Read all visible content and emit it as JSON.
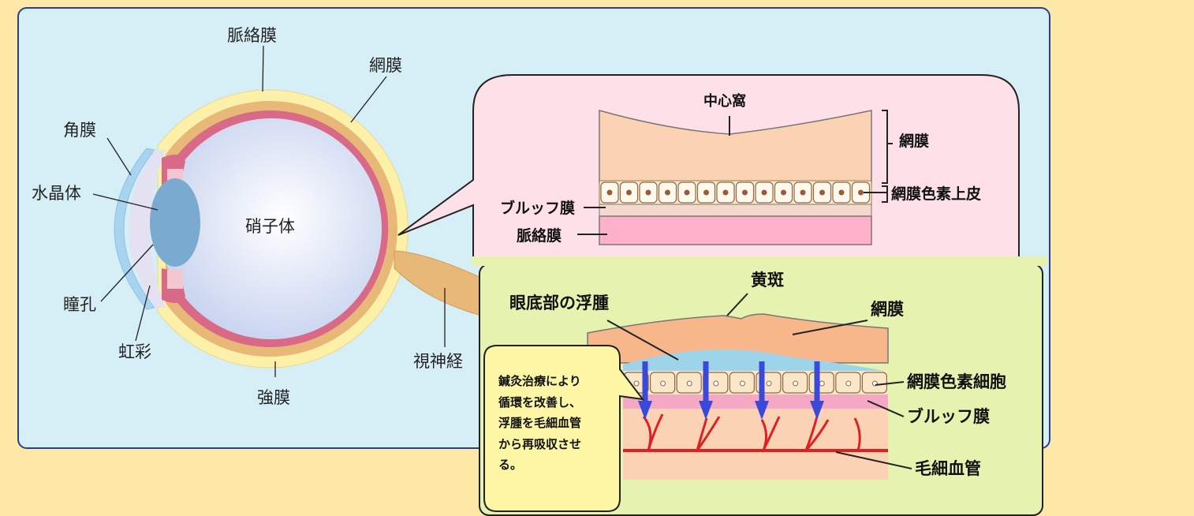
{
  "eye_labels": {
    "choroid": "脈絡膜",
    "retina": "網膜",
    "cornea": "角膜",
    "lens": "水晶体",
    "vitreous": "硝子体",
    "pupil": "瞳孔",
    "iris": "虹彩",
    "sclera": "強膜",
    "optic_nerve": "視神経"
  },
  "detail_panel": {
    "fovea": "中心窩",
    "retina": "網膜",
    "rpe": "網膜色素上皮",
    "bruch": "ブルッフ膜",
    "choroid": "脈絡膜"
  },
  "edema_panel": {
    "macula": "黄斑",
    "edema": "眼底部の浮腫",
    "retina": "網膜",
    "rpe_cells": "網膜色素細胞",
    "bruch": "ブルッフ膜",
    "capillary": "毛細血管",
    "bubble_lines": [
      "鍼灸治療により",
      "循環を改善し、",
      "浮腫を毛細血管",
      "から再吸収させ",
      "る。"
    ]
  },
  "colors": {
    "background": "#fde8a8",
    "main_panel": "#d6eef6",
    "panel_border": "#2f3d8f",
    "detail_panel": "#fde0e8",
    "edema_panel": "#e6f2b0",
    "sclera": "#fdf0a8",
    "choroid": "#e8b878",
    "retina": "#d86a88",
    "cornea": "#a8d4f0",
    "lens": "#7aaad0",
    "arrow": "#3a4ad8",
    "vessel": "#e02020"
  }
}
